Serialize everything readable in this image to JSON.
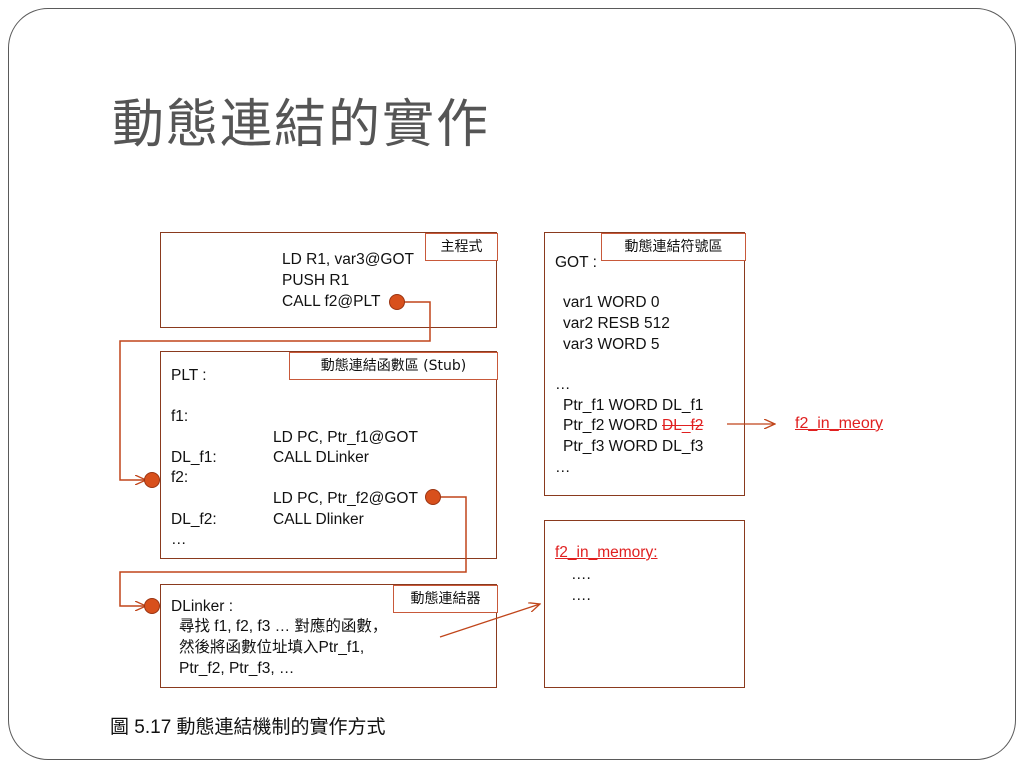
{
  "title": "動態連結的實作",
  "main_box": {
    "tag": "主程式",
    "lines": [
      "LD R1, var3@GOT",
      "PUSH R1",
      "CALL  f2@PLT"
    ]
  },
  "plt_box": {
    "tag": "動態連結函數區 (Stub)",
    "header": "PLT :",
    "f1_label": "f1:",
    "f1_ld": "LD PC, Ptr_f1@GOT",
    "dl_f1_label": "DL_f1:",
    "dl_f1_call": "CALL DLinker",
    "f2_label": "f2:",
    "f2_ld": "LD PC, Ptr_f2@GOT",
    "dl_f2_label": "DL_f2:",
    "dl_f2_call": "CALL Dlinker",
    "ellipsis": "…"
  },
  "dlinker_box": {
    "tag": "動態連結器",
    "header": "DLinker :",
    "lines": [
      "尋找 f1, f2, f3 … 對應的函數，",
      "然後將函數位址填入Ptr_f1,",
      "Ptr_f2, Ptr_f3, …"
    ]
  },
  "got_box": {
    "tag": "動態連結符號區",
    "header": "GOT :",
    "vars": [
      "var1 WORD  0",
      "var2 RESB 512",
      "var3 WORD  5"
    ],
    "ellipsis": "…",
    "ptr_f1": "Ptr_f1 WORD DL_f1",
    "ptr_f2_prefix": "Ptr_f2 WORD ",
    "ptr_f2_struck": "DL_f2",
    "ptr_f3": "Ptr_f3 WORD DL_f3",
    "ellipsis2": "…"
  },
  "f2_pointer_label": "f2_in_meory",
  "memory_box": {
    "header": "f2_in_memory:",
    "lines": [
      "….",
      "…."
    ]
  },
  "caption": "圖 5.17 動態連結機制的實作方式",
  "colors": {
    "box_border": "#8a3a1e",
    "arrow": "#c0451a",
    "dot": "#d8501c",
    "highlight": "#e02020"
  }
}
